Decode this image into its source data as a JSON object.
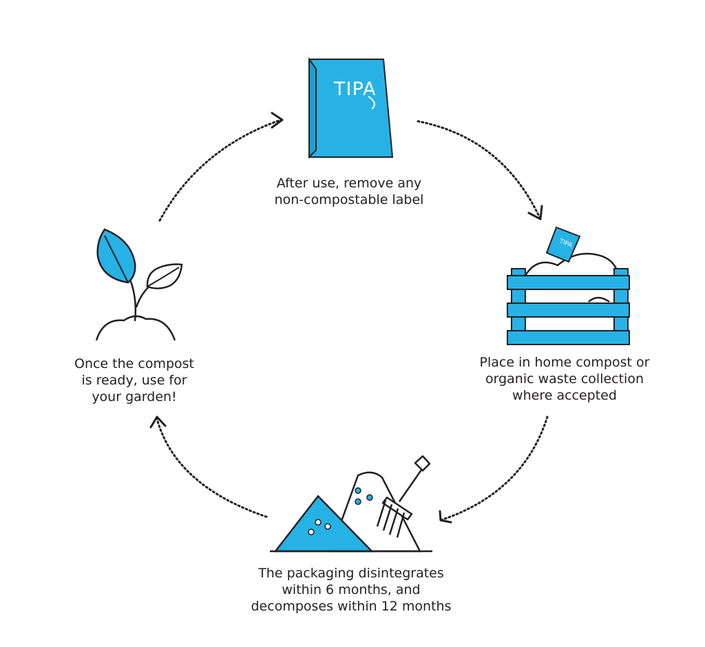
{
  "colors": {
    "accent": "#27b2e6",
    "outline": "#231f20",
    "background": "#ffffff"
  },
  "bag_logo": "TIPA",
  "box_logo": "TIPA",
  "steps": [
    {
      "icon": "compostable-bag-icon",
      "lines": [
        "After use, remove any",
        "non-compostable label"
      ]
    },
    {
      "icon": "compost-bin-icon",
      "lines": [
        "Place in home compost or",
        "organic waste collection",
        "where accepted"
      ]
    },
    {
      "icon": "compost-pile-icon",
      "lines": [
        "The packaging disintegrates",
        "within 6 months, and",
        "decomposes within 12 months"
      ]
    },
    {
      "icon": "sprout-icon",
      "lines": [
        "Once the compost",
        "is ready, use for",
        "your garden!"
      ]
    }
  ]
}
